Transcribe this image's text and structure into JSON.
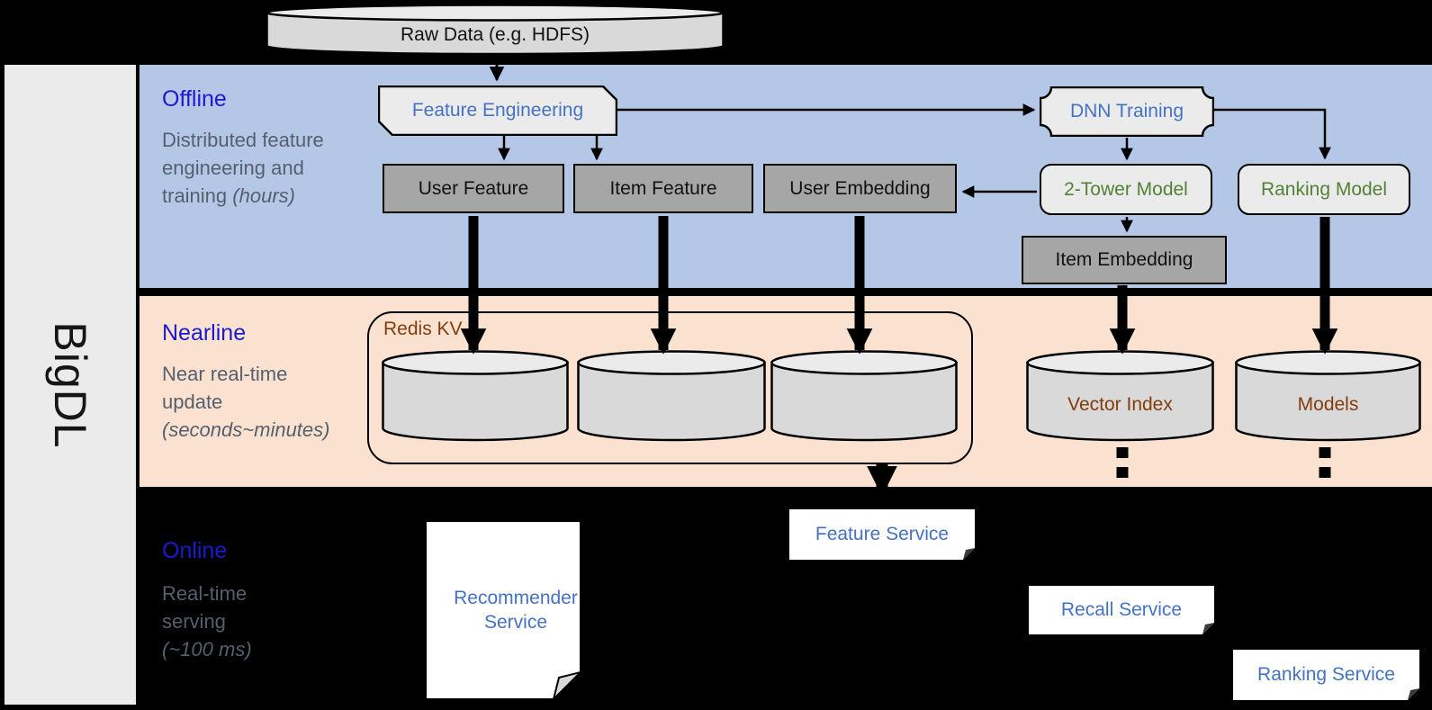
{
  "brand": "BigDL",
  "raw_data_label": "Raw Data (e.g. HDFS)",
  "sections": {
    "offline": {
      "title": "Offline",
      "desc": "Distributed feature engineering and training",
      "note": "(hours)"
    },
    "nearline": {
      "title": "Nearline",
      "desc": "Near real-time update",
      "note": "(seconds~minutes)"
    },
    "online": {
      "title": "Online",
      "desc": "Real-time serving",
      "note": "(~100 ms)"
    }
  },
  "nodes": {
    "feature_engineering": "Feature Engineering",
    "dnn_training": "DNN Training",
    "user_feature": "User Feature",
    "item_feature": "Item Feature",
    "user_embedding": "User Embedding",
    "two_tower_model": "2-Tower Model",
    "ranking_model": "Ranking Model",
    "item_embedding": "Item Embedding",
    "redis_kv": "Redis KV",
    "vector_index": "Vector Index",
    "models": "Models",
    "recommender_service": "Recommender Service",
    "feature_service": "Feature Service",
    "recall_service": "Recall Service",
    "ranking_service": "Ranking Service"
  },
  "colors": {
    "offline_bg": "#b4c7e7",
    "nearline_bg": "#fbe2d0",
    "online_bg": "#000000",
    "section_title_blue": "#1b1bcd",
    "description_gray": "#565f6e",
    "node_text_blue": "#4472c4",
    "node_text_green": "#538135",
    "node_text_brown": "#843c0c",
    "gray_box_fill": "#a6a6a6",
    "light_box_fill": "#ebebeb",
    "cylinder_fill": "#d9d9d9"
  }
}
